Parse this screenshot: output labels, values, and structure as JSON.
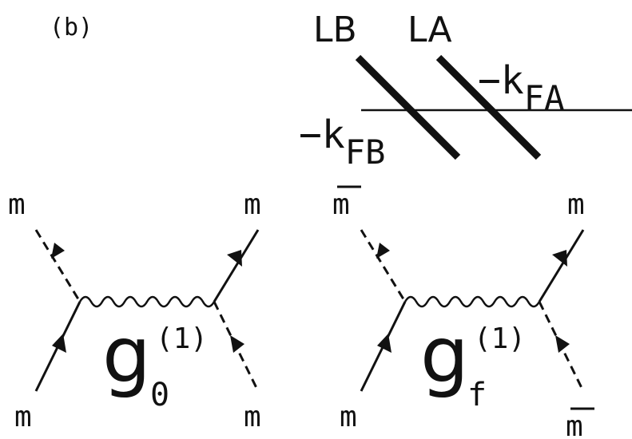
{
  "panel_label": "(b)",
  "band": {
    "label_a": "LA",
    "label_b": "LB",
    "k_a_prefix": "−k",
    "k_a_sub": "FA",
    "k_b_prefix": "−k",
    "k_b_sub": "FB"
  },
  "diagram_left": {
    "top_left": "m",
    "top_right": "m",
    "bottom_left": "m",
    "bottom_right": "m",
    "coupling_main": "g",
    "coupling_sup": "(1)",
    "coupling_sub": "0"
  },
  "diagram_right": {
    "top_left": "m",
    "top_right": "m",
    "bottom_left": "m",
    "bottom_right": "m",
    "coupling_main": "g",
    "coupling_sup": "(1)",
    "coupling_sub": "f"
  }
}
